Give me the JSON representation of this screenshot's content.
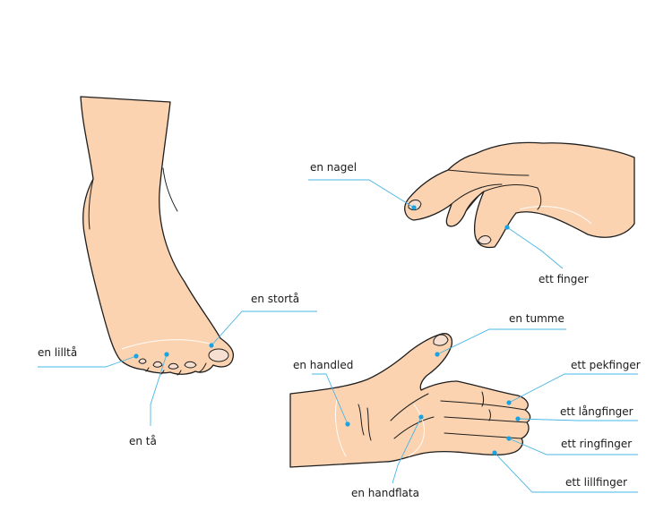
{
  "labels": {
    "lilltaa": "en lilltå",
    "stortaa": "en stortå",
    "taa": "en tå",
    "nagel": "en nagel",
    "finger": "ett finger",
    "tumme": "en tumme",
    "handled": "en handled",
    "pekfinger": "ett pekfinger",
    "langfinger": "ett långfinger",
    "ringfinger": "ett ringfinger",
    "lillfinger": "ett lillfinger",
    "handflata": "en handflata"
  },
  "colors": {
    "skin": "#fbd3b1",
    "outline": "#1e1e1e",
    "leader": "#48b6e6",
    "marker": "#1aa3e0"
  }
}
